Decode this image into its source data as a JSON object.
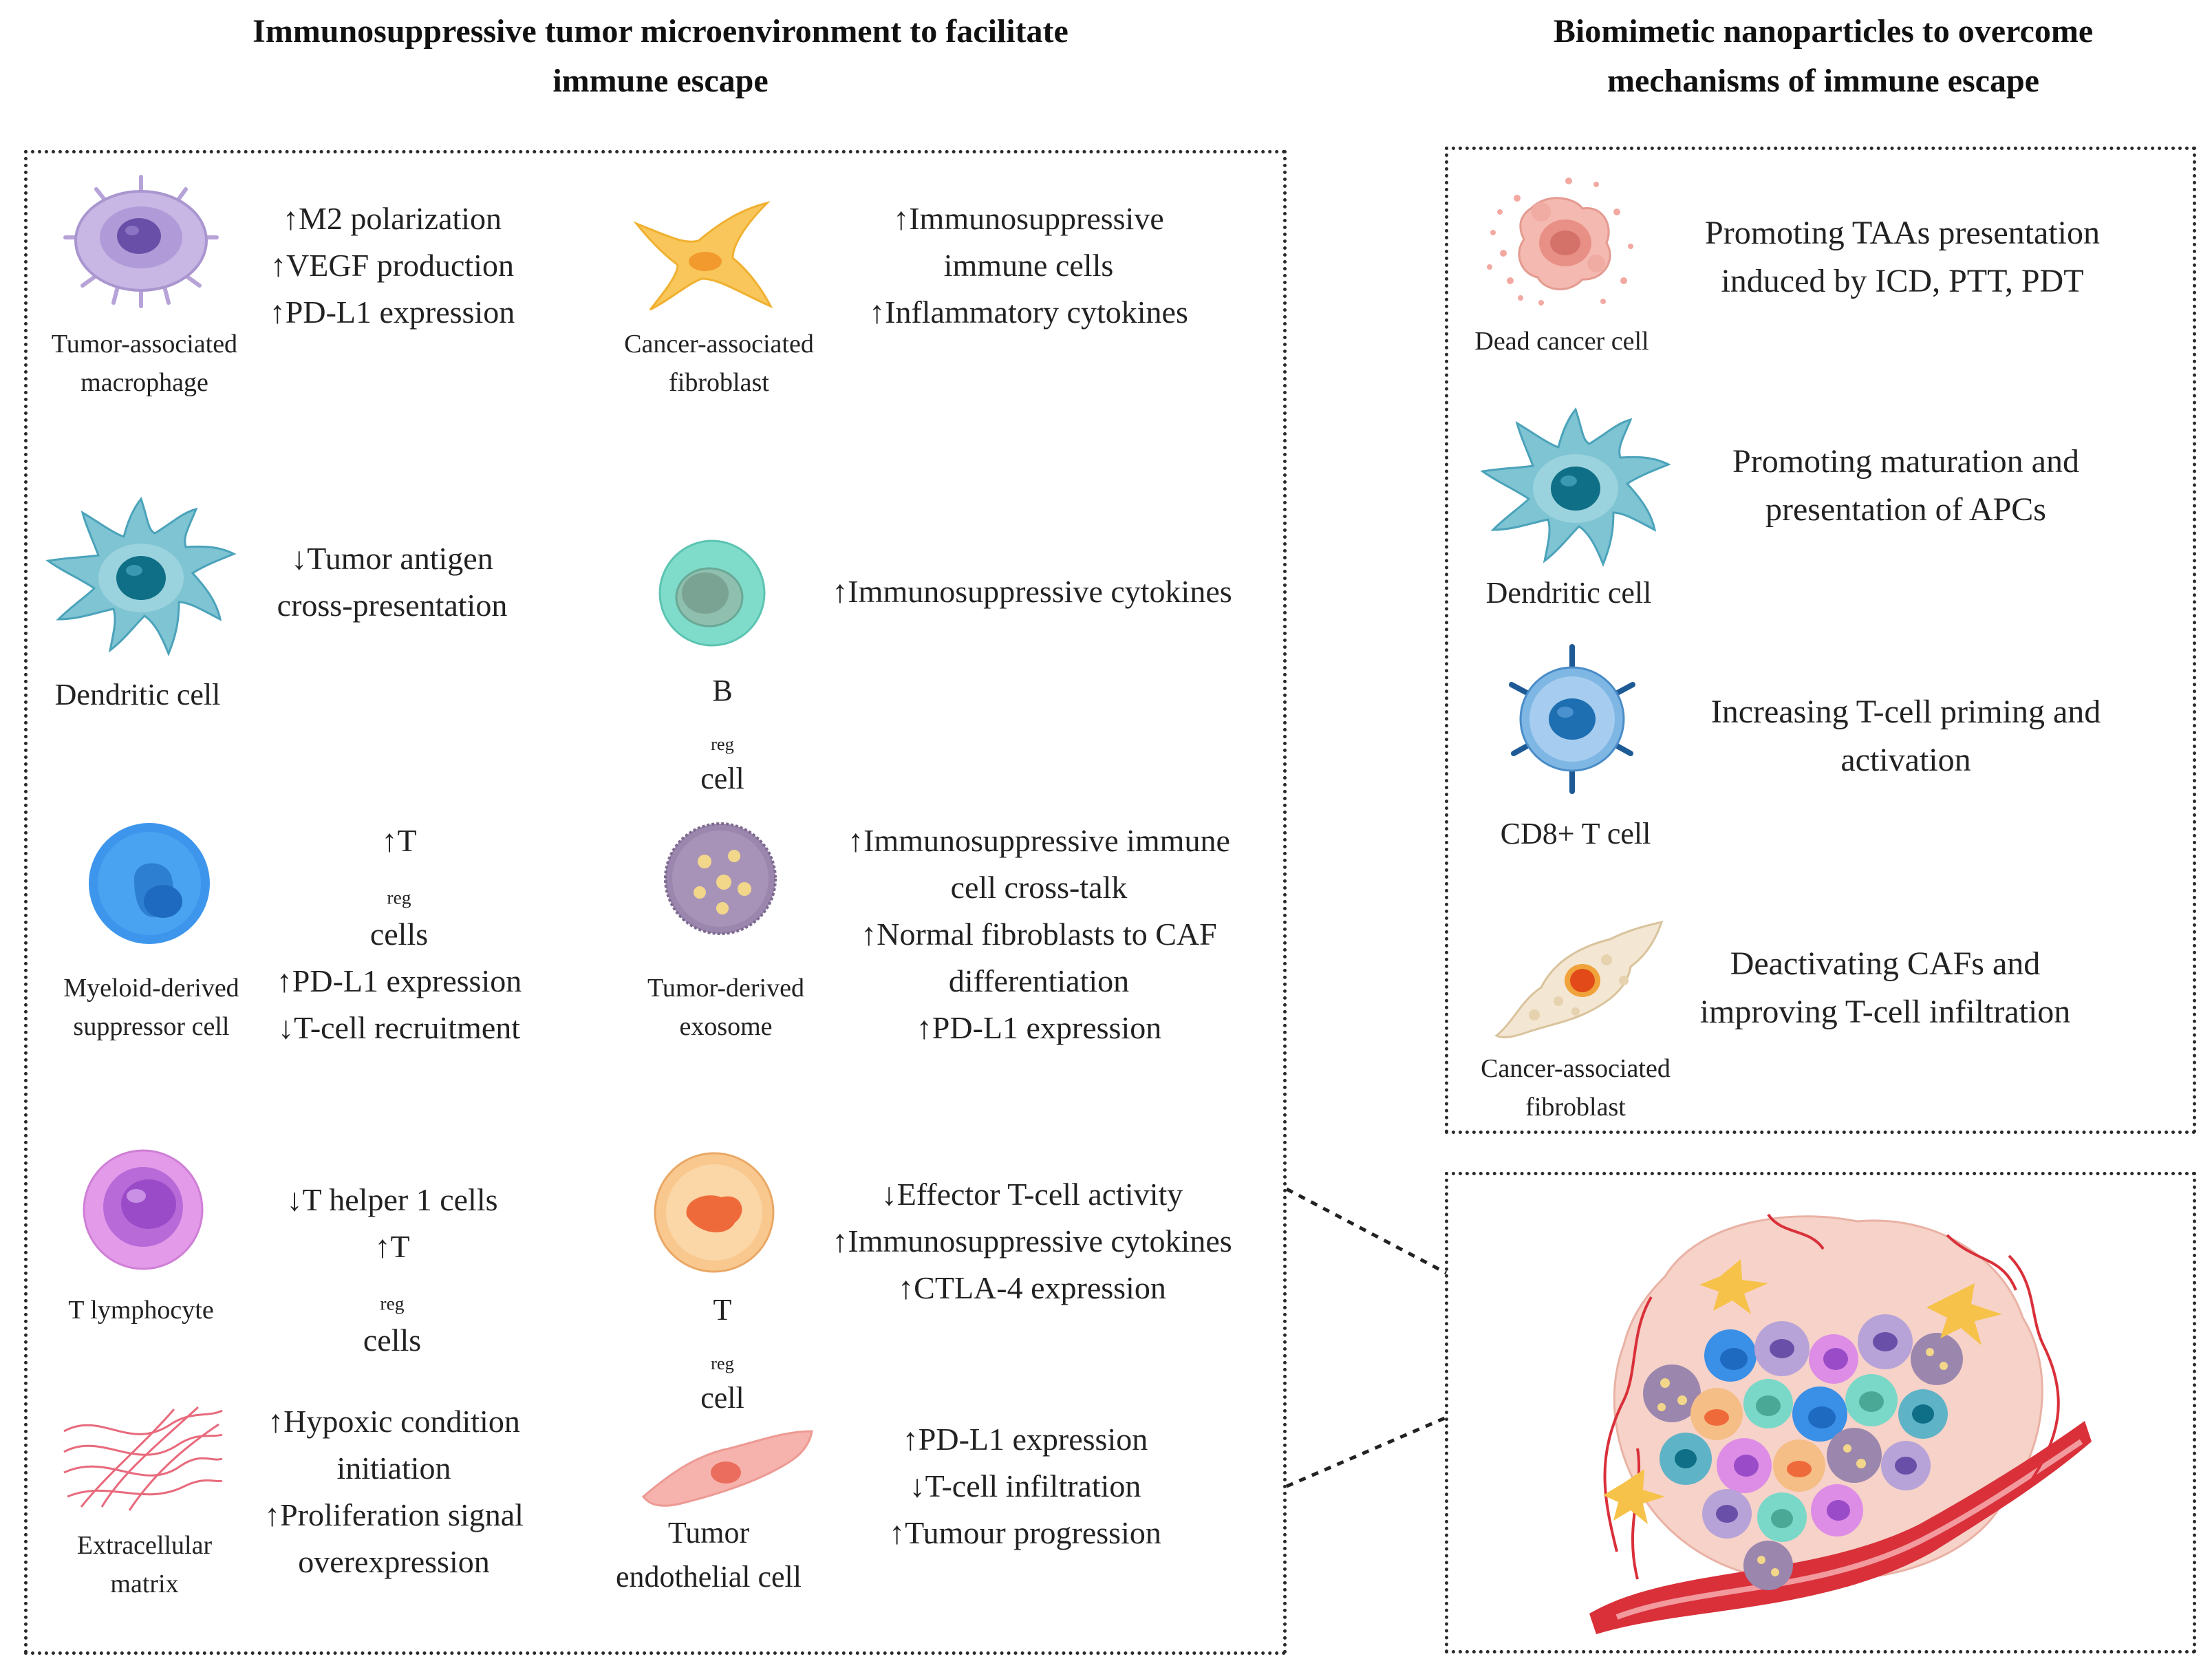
{
  "left_title": [
    "Immunosuppressive tumor  microenvironment to facilitate",
    "immune escape"
  ],
  "right_title": [
    "Biomimetic nanoparticles  to overcome",
    "mechanisms of immune escape"
  ],
  "cells": {
    "tam": {
      "caption": [
        "Tumor-associated",
        "macrophage"
      ],
      "effects": [
        "↑M2 polarization",
        "↑VEGF production",
        "↑PD-L1 expression"
      ]
    },
    "caf": {
      "caption": [
        "Cancer-associated",
        "fibroblast"
      ],
      "effects": [
        "↑Immunosuppressive",
        "immune cells",
        "↑Inflammatory cytokines"
      ]
    },
    "dc": {
      "caption": [
        "Dendritic cell"
      ],
      "effects": [
        "↓Tumor antigen",
        "cross-presentation"
      ]
    },
    "breg": {
      "caption_main": "B",
      "caption_sub": "reg",
      "caption_tail": " cell",
      "effects": [
        "↑Immunosuppressive cytokines"
      ]
    },
    "mdsc": {
      "caption": [
        "Myeloid-derived",
        "suppressor cell"
      ],
      "effect1_main": "↑T",
      "effect1_sub": "reg",
      "effect1_tail": " cells",
      "effects": [
        "↑PD-L1 expression",
        "↓T-cell recruitment"
      ]
    },
    "exosome": {
      "caption": [
        "Tumor-derived",
        "exosome"
      ],
      "effects": [
        "↑Immunosuppressive immune",
        "cell cross-talk",
        "↑Normal fibroblasts  to CAF",
        "differentiation",
        "↑PD-L1 expression"
      ]
    },
    "tlym": {
      "caption": [
        "T lymphocyte"
      ],
      "effects": [
        "↓T helper 1 cells"
      ],
      "effect2_main": "↑T",
      "effect2_sub": "reg",
      "effect2_tail": " cells"
    },
    "treg": {
      "caption_main": "T",
      "caption_sub": "reg",
      "caption_tail": " cell",
      "effects": [
        "↓Effector T-cell activity",
        "↑Immunosuppressive cytokines",
        "↑CTLA-4 expression"
      ]
    },
    "ecm": {
      "caption": [
        "Extracellular",
        "matrix"
      ],
      "effects": [
        "↑Hypoxic condition",
        "initiation",
        "↑Proliferation signal",
        "overexpression"
      ]
    },
    "tec": {
      "caption": [
        "Tumor",
        "endothelial cell"
      ],
      "effects": [
        "↑PD-L1 expression",
        "↓T-cell infiltration",
        "↑Tumour progression"
      ]
    }
  },
  "strategies": {
    "dead": {
      "caption": [
        "Dead cancer cell"
      ],
      "text": [
        "Promoting TAAs presentation",
        "induced by ICD, PTT, PDT"
      ]
    },
    "dc": {
      "caption": [
        "Dendritic cell"
      ],
      "text": [
        "Promoting maturation and",
        "presentation of APCs"
      ]
    },
    "cd8": {
      "caption": [
        "CD8+ T cell"
      ],
      "text": [
        "Increasing T-cell priming and",
        "activation"
      ]
    },
    "caf": {
      "caption": [
        "Cancer-associated",
        "fibroblast"
      ],
      "text": [
        "Deactivating CAFs and",
        "improving T-cell infiltration"
      ]
    }
  },
  "colors": {
    "tam": "#b7a3d8",
    "caf": "#f6c24a",
    "dc": "#5fb3c6",
    "breg": "#79d8c8",
    "mdsc": "#3a8fe6",
    "exosome": "#9b86ad",
    "tlym": "#dd8de6",
    "treg": "#f5be86",
    "ecm": "#e86a7c",
    "tec": "#f4a9a2",
    "dead": "#f0a8a0",
    "cd8": "#4a9dd6",
    "vessel": "#d9303a"
  }
}
